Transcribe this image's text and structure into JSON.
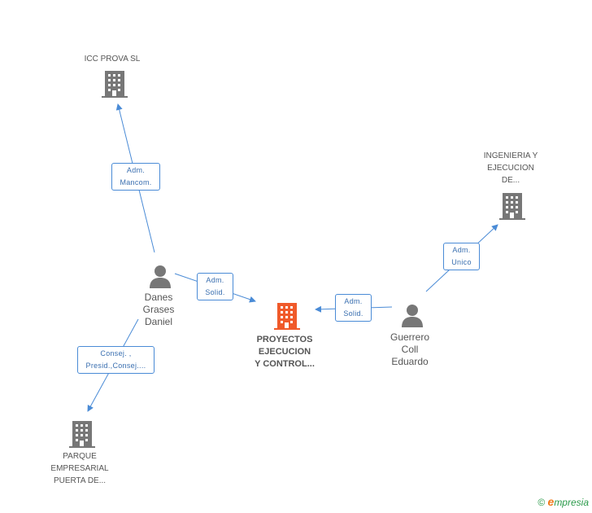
{
  "nodes": {
    "icc": {
      "label": "ICC PROVA SL",
      "icon": "building-icon"
    },
    "ingenieria": {
      "label": "INGENIERIA Y\nEJECUCION\nDE...",
      "icon": "building-icon"
    },
    "danes": {
      "label": "Danes\nGrases\nDaniel",
      "icon": "person-icon"
    },
    "proyectos": {
      "label": "PROYECTOS\nEJECUCION\nY CONTROL...",
      "icon": "building-icon",
      "color": "#f05a2a"
    },
    "guerrero": {
      "label": "Guerrero\nColl\nEduardo",
      "icon": "person-icon"
    },
    "parque": {
      "label": "PARQUE\nEMPRESARIAL\nPUERTA DE...",
      "icon": "building-icon"
    }
  },
  "edges": {
    "danes_icc": "Adm.\nMancom.",
    "danes_proyectos": "Adm.\nSolid.",
    "guerrero_proyectos": "Adm.\nSolid.",
    "guerrero_ingenieria": "Adm.\nUnico",
    "danes_parque": "Consej. ,\nPresid.,Consej...."
  },
  "colors": {
    "edge": "#4a8bd6",
    "icon": "#777777",
    "highlight": "#f05a2a"
  },
  "footer": {
    "copyright": "©",
    "brand_e": "e",
    "brand_rest": "mpresia"
  }
}
